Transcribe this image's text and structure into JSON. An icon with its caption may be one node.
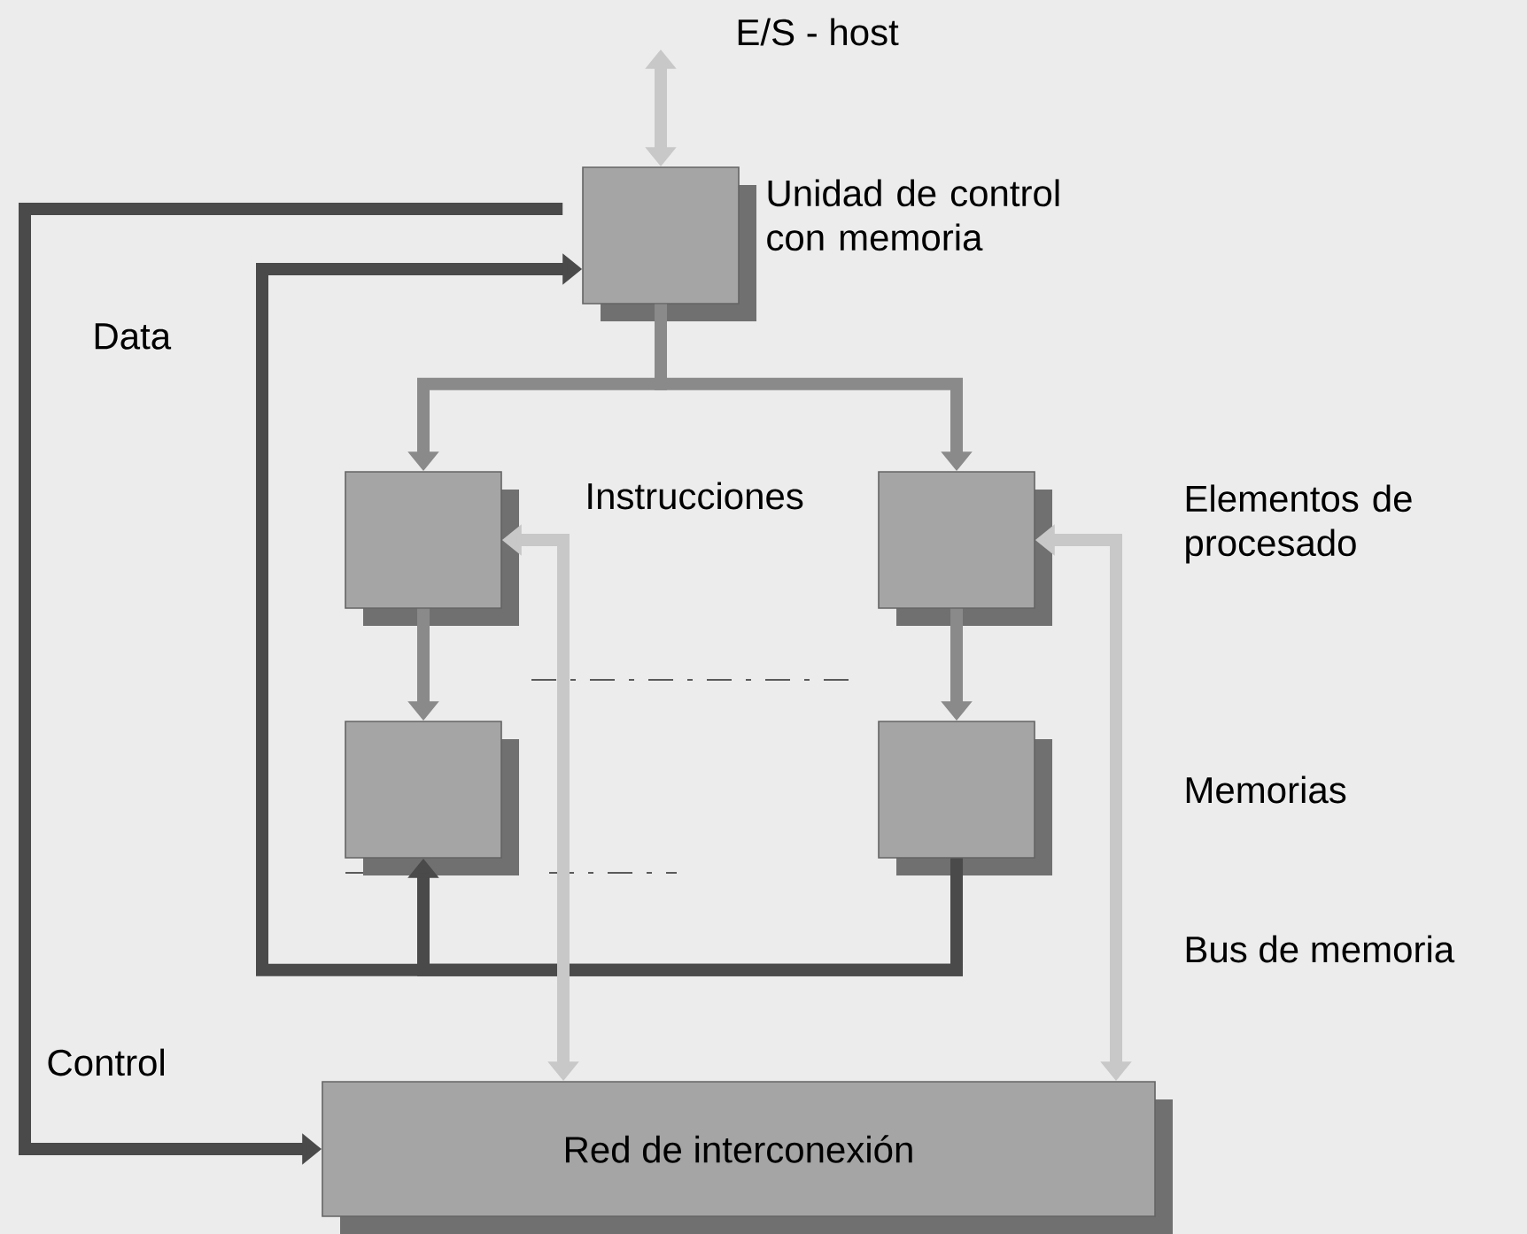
{
  "diagram": {
    "nodes": [
      {
        "text": [],
        "shape": "box",
        "beside": [
          "Unidad de control con memoria"
        ]
      },
      {
        "text": [],
        "shape": "box"
      },
      {
        "text": [],
        "shape": "box"
      },
      {
        "text": [],
        "shape": "box"
      },
      {
        "text": [],
        "shape": "box"
      },
      {
        "text": [
          "Red de interconexión"
        ]
      },
      {
        "text": [
          "E/S - host"
        ]
      }
    ],
    "edges": [
      {
        "from": 6,
        "to": 0,
        "arrow": "both",
        "color": "#c8c8c8"
      },
      {
        "from": 0,
        "to": 1,
        "arrow": "to",
        "color": "#8a8a8a"
      },
      {
        "from": 0,
        "to": 2,
        "arrow": "to",
        "color": "#8a8a8a"
      },
      {
        "from": 1,
        "to": 3,
        "arrow": "to",
        "color": "#8a8a8a"
      },
      {
        "from": 2,
        "to": 4,
        "arrow": "to",
        "color": "#8a8a8a"
      },
      {
        "from": 0,
        "to": 5,
        "arrow": "to",
        "color": "#4a4a4a"
      },
      {
        "from": 4,
        "to": 0,
        "arrow": "to",
        "color": "#4a4a4a"
      },
      {
        "from": 4,
        "to": 3,
        "arrow": "to",
        "color": "#4a4a4a"
      },
      {
        "from": 1,
        "to": 5,
        "arrow": "both",
        "color": "#c8c8c8"
      },
      {
        "from": 2,
        "to": 5,
        "arrow": "both",
        "color": "#c8c8c8"
      }
    ],
    "labels": [
      "Data",
      "Instrucciones",
      "Elementos de procesado",
      "Memorias",
      "Bus de memoria",
      "Control"
    ]
  }
}
